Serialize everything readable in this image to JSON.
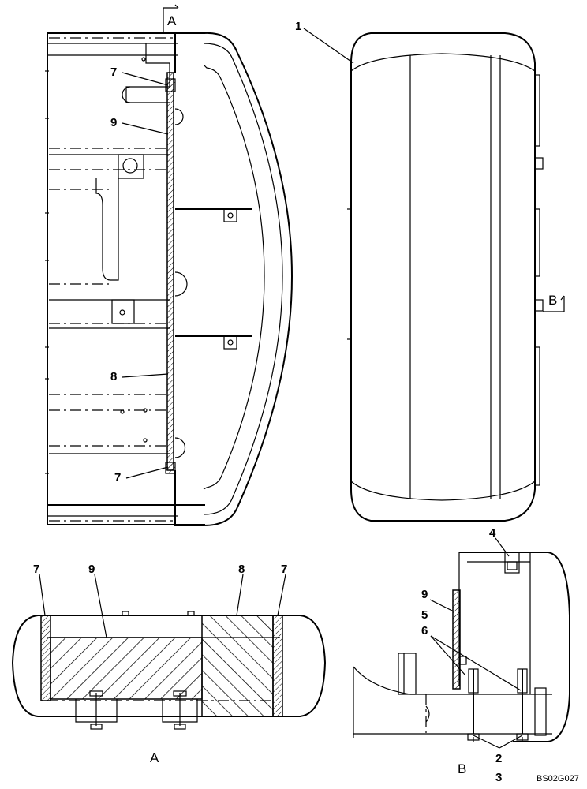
{
  "labels": {
    "n1": "1",
    "n7_top": "7",
    "n9_top": "9",
    "n8_mid": "8",
    "n7_low": "7",
    "a_mark": "A",
    "b_mark": "B",
    "secA_7l": "7",
    "secA_9": "9",
    "secA_8": "8",
    "secA_7r": "7",
    "n4": "4",
    "secB_9": "9",
    "n5": "5",
    "n6": "6",
    "n2": "2",
    "n3": "3",
    "view_a": "A",
    "view_b": "B",
    "drawing_code": "BS02G027"
  }
}
